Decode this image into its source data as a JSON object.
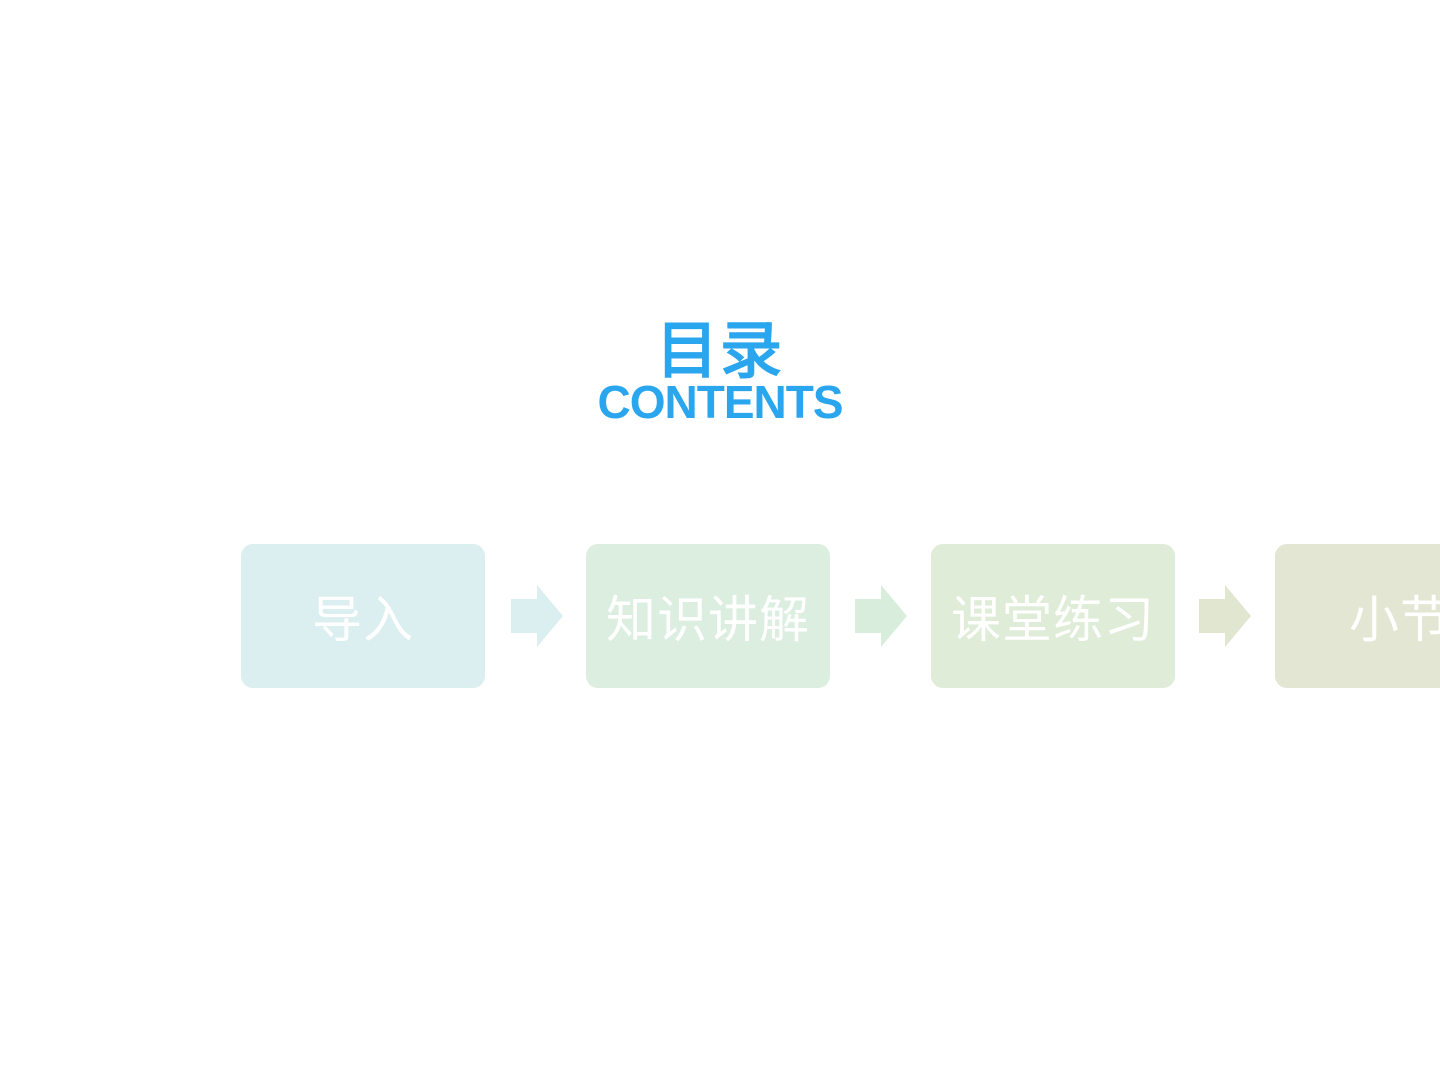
{
  "title": {
    "chinese": "目录",
    "english": "CONTENTS",
    "color": "#2aa6ee"
  },
  "steps": [
    {
      "label": "导入",
      "color": "#dbeef0"
    },
    {
      "label": "知识讲解",
      "color": "#dbeee0"
    },
    {
      "label": "课堂练习",
      "color": "#dfecd7"
    },
    {
      "label": "小节",
      "color": "#e3e6d2"
    }
  ],
  "arrows": [
    {
      "icon": "right-arrow-icon",
      "color": "#dbeef0"
    },
    {
      "icon": "right-arrow-icon",
      "color": "#d8eddc"
    },
    {
      "icon": "right-arrow-icon",
      "color": "#e1e6d1"
    }
  ]
}
